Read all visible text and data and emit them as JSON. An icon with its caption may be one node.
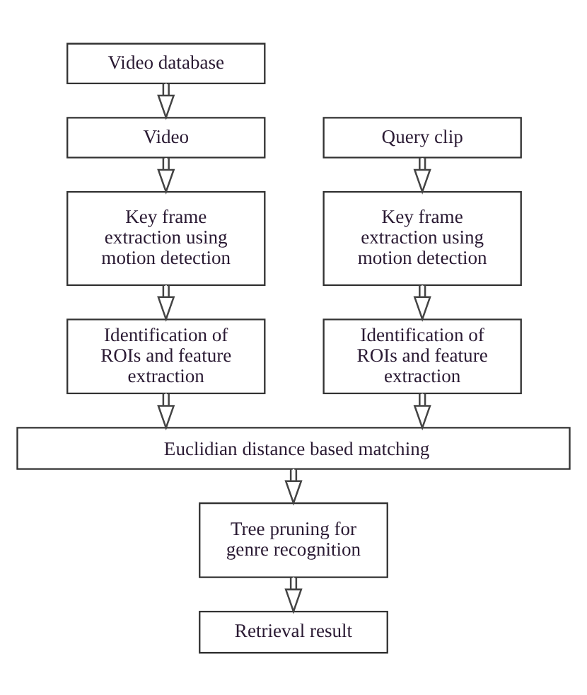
{
  "diagram": {
    "nodes": [
      {
        "text": [
          "Video database"
        ]
      },
      {
        "text": [
          "Video"
        ]
      },
      {
        "text": [
          "Query clip"
        ]
      },
      {
        "text": [
          "Key frame extraction using motion detection"
        ]
      },
      {
        "text": [
          "Key frame extraction using motion detection"
        ]
      },
      {
        "text": [
          "Identification of ROIs and feature extraction"
        ]
      },
      {
        "text": [
          "Identification of ROIs and feature extraction"
        ]
      },
      {
        "text": [
          "Euclidian distance based matching"
        ]
      },
      {
        "text": [
          "Tree pruning for genre recognition"
        ]
      },
      {
        "text": [
          "Retrieval result"
        ]
      }
    ],
    "edges": [
      {
        "from": 0,
        "to": 1,
        "arrow": "to"
      },
      {
        "from": 1,
        "to": 3,
        "arrow": "to"
      },
      {
        "from": 3,
        "to": 5,
        "arrow": "to"
      },
      {
        "from": 2,
        "to": 4,
        "arrow": "to"
      },
      {
        "from": 4,
        "to": 6,
        "arrow": "to"
      },
      {
        "from": 5,
        "to": 7,
        "arrow": "to"
      },
      {
        "from": 6,
        "to": 7,
        "arrow": "to"
      },
      {
        "from": 7,
        "to": 8,
        "arrow": "to"
      },
      {
        "from": 8,
        "to": 9,
        "arrow": "to"
      }
    ]
  }
}
